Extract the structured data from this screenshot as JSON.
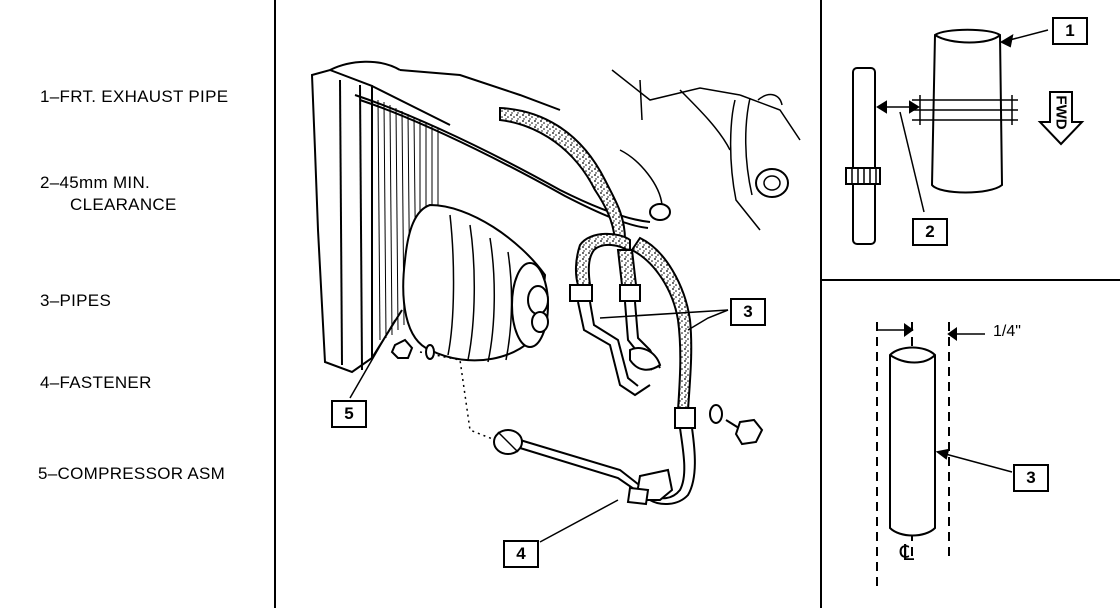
{
  "legend": [
    {
      "number": "1",
      "text": "1–FRT. EXHAUST PIPE"
    },
    {
      "number": "2",
      "line1": "2–45mm MIN.",
      "line2": "CLEARANCE"
    },
    {
      "number": "3",
      "text": "3–PIPES"
    },
    {
      "number": "4",
      "text": "4–FASTENER"
    },
    {
      "number": "5",
      "text": "5–COMPRESSOR ASM"
    }
  ],
  "callouts": {
    "c1": "1",
    "c2": "2",
    "c3_main": "3",
    "c4": "4",
    "c5": "5",
    "c3_detail": "3"
  },
  "annotations": {
    "fwd": "FWD",
    "quarter_inch": "1/4\"",
    "centerline": "℄"
  },
  "icons": [
    "fwd-arrow-icon",
    "centerline-icon"
  ]
}
